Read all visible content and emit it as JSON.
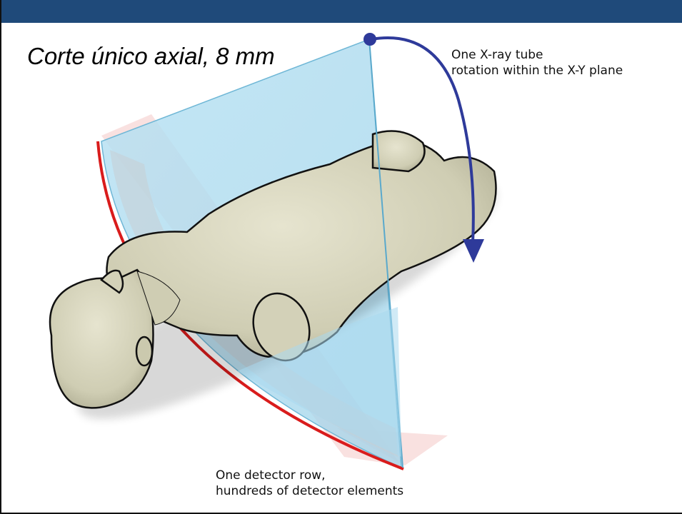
{
  "slide": {
    "title": "Corte único axial, 8 mm",
    "header_bar_color": "#1f4a7a"
  },
  "annotations": {
    "tube_rotation": {
      "line1": "One X-ray tube",
      "line2": "rotation within the X-Y plane"
    },
    "detector_row": {
      "line1": "One detector row,",
      "line2": "hundreds of detector elements"
    }
  },
  "colors": {
    "fan_beam": "#a9d9ef",
    "detector_arc": "#d91c1c",
    "rotation_arrow": "#2e3a9a",
    "body": "#d8d6bf"
  }
}
